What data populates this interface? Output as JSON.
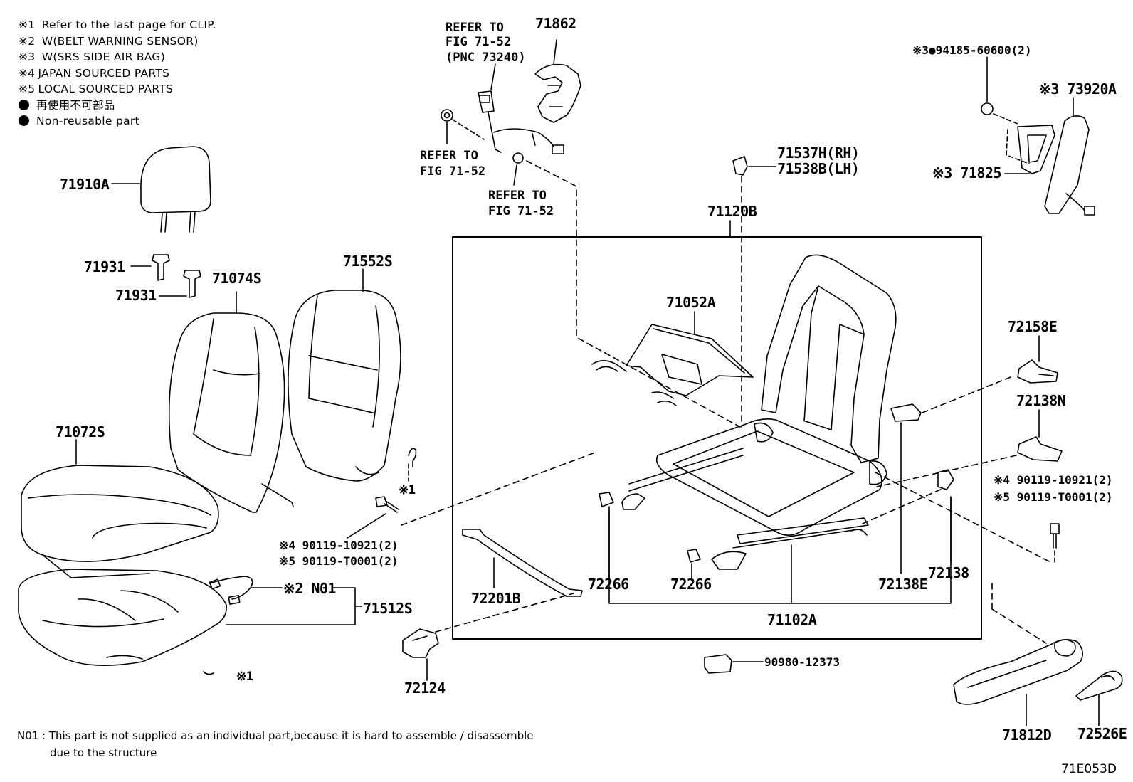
{
  "legend": {
    "items": [
      {
        "mark": "※1",
        "text": "Refer to the last page for CLIP."
      },
      {
        "mark": "※2",
        "text": "W(BELT WARNING SENSOR)"
      },
      {
        "mark": "※3",
        "text": "W(SRS SIDE AIR BAG)"
      },
      {
        "mark": "※4",
        "text": "JAPAN SOURCED PARTS"
      },
      {
        "mark": "※5",
        "text": "LOCAL SOURCED PARTS"
      }
    ],
    "nonreusable_jp": "再使用不可部品",
    "nonreusable_en": "Non-reusable part"
  },
  "refs": {
    "refer_to": "REFER TO",
    "fig": "FIG 71-52",
    "pnc": "(PNC 73240)"
  },
  "parts": {
    "p71862": "71862",
    "p94185": "※3●94185-60600(2)",
    "p73920A": "※3 73920A",
    "p71825": "※3 71825",
    "p71537H": "71537H(RH)",
    "p71538B": "71538B(LH)",
    "p71120B": "71120B",
    "p71910A": "71910A",
    "p71931a": "71931",
    "p71931b": "71931",
    "p71074S": "71074S",
    "p71552S": "71552S",
    "p71052A": "71052A",
    "p72158E": "72158E",
    "p72138N": "72138N",
    "p71072S": "71072S",
    "clip1a": "※1",
    "clip1b": "※1",
    "b4_left": "※4 90119-10921(2)",
    "b5_left": "※5 90119-T0001(2)",
    "b4_right": "※4 90119-10921(2)",
    "b5_right": "※5 90119-T0001(2)",
    "p72266a": "72266",
    "p72266b": "72266",
    "p72138E": "72138E",
    "p72138": "72138",
    "p72201B": "72201B",
    "pN01": "※2 N01",
    "p71512S": "71512S",
    "p71102A": "71102A",
    "p72124": "72124",
    "p90980": "90980-12373",
    "p71812D": "71812D",
    "p72526E": "72526E"
  },
  "note": {
    "line1": "N01 : This part is not supplied as an individual part,because it is hard to assemble / disassemble",
    "line2": "due to the structure"
  },
  "figure_code": "71E053D"
}
